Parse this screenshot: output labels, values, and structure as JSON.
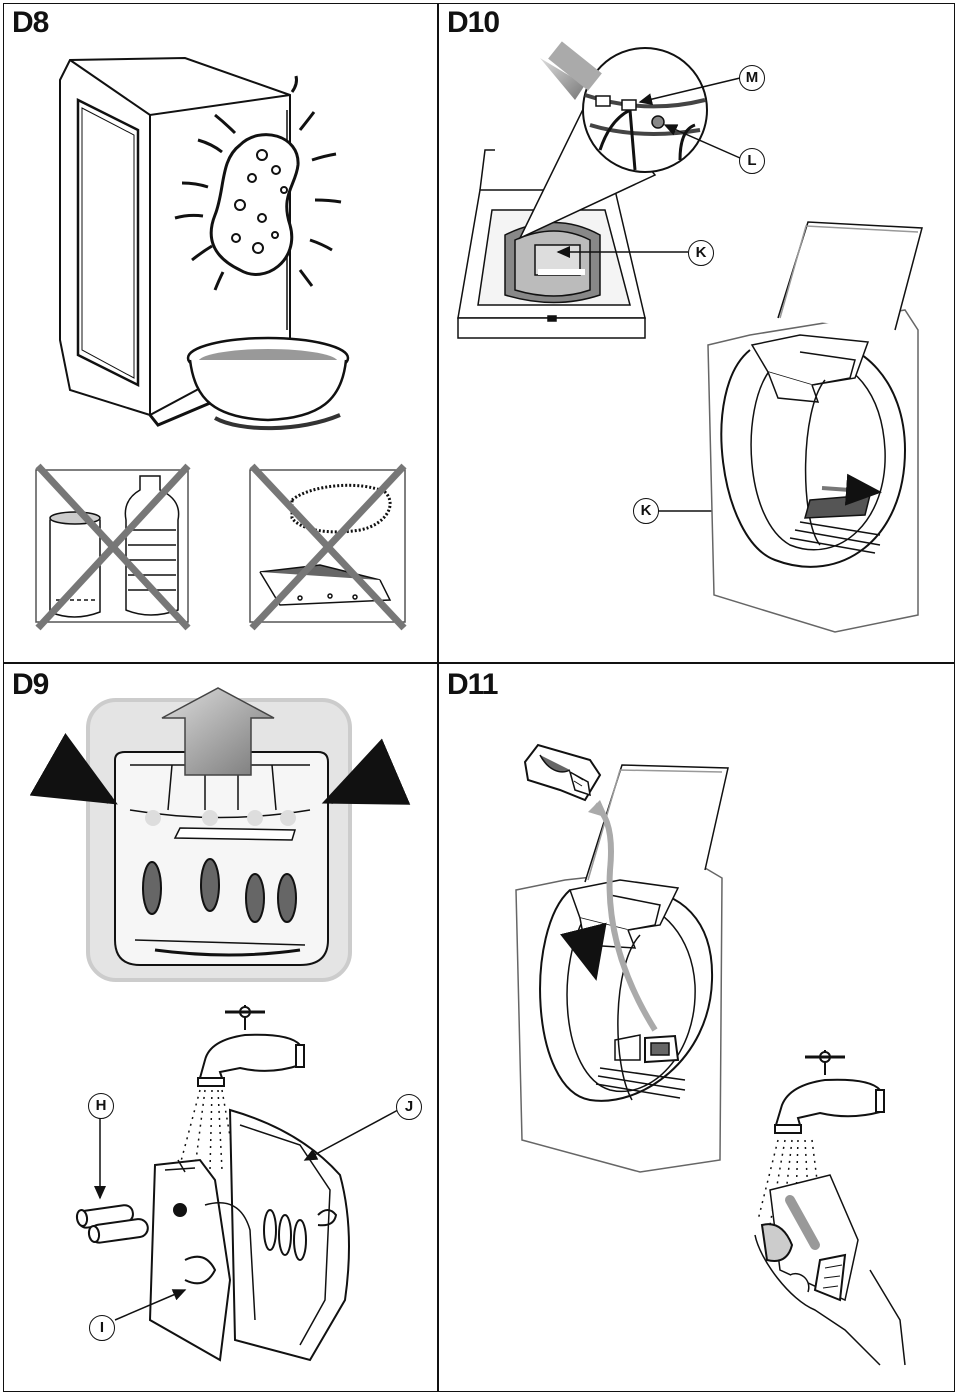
{
  "panels": {
    "d8": {
      "label": "D8"
    },
    "d10": {
      "label": "D10",
      "callouts": {
        "m": "M",
        "l": "L",
        "k_top": "K",
        "k_bottom": "K"
      }
    },
    "d9": {
      "label": "D9",
      "callouts": {
        "h": "H",
        "j": "J",
        "i": "I"
      }
    },
    "d11": {
      "label": "D11"
    }
  }
}
